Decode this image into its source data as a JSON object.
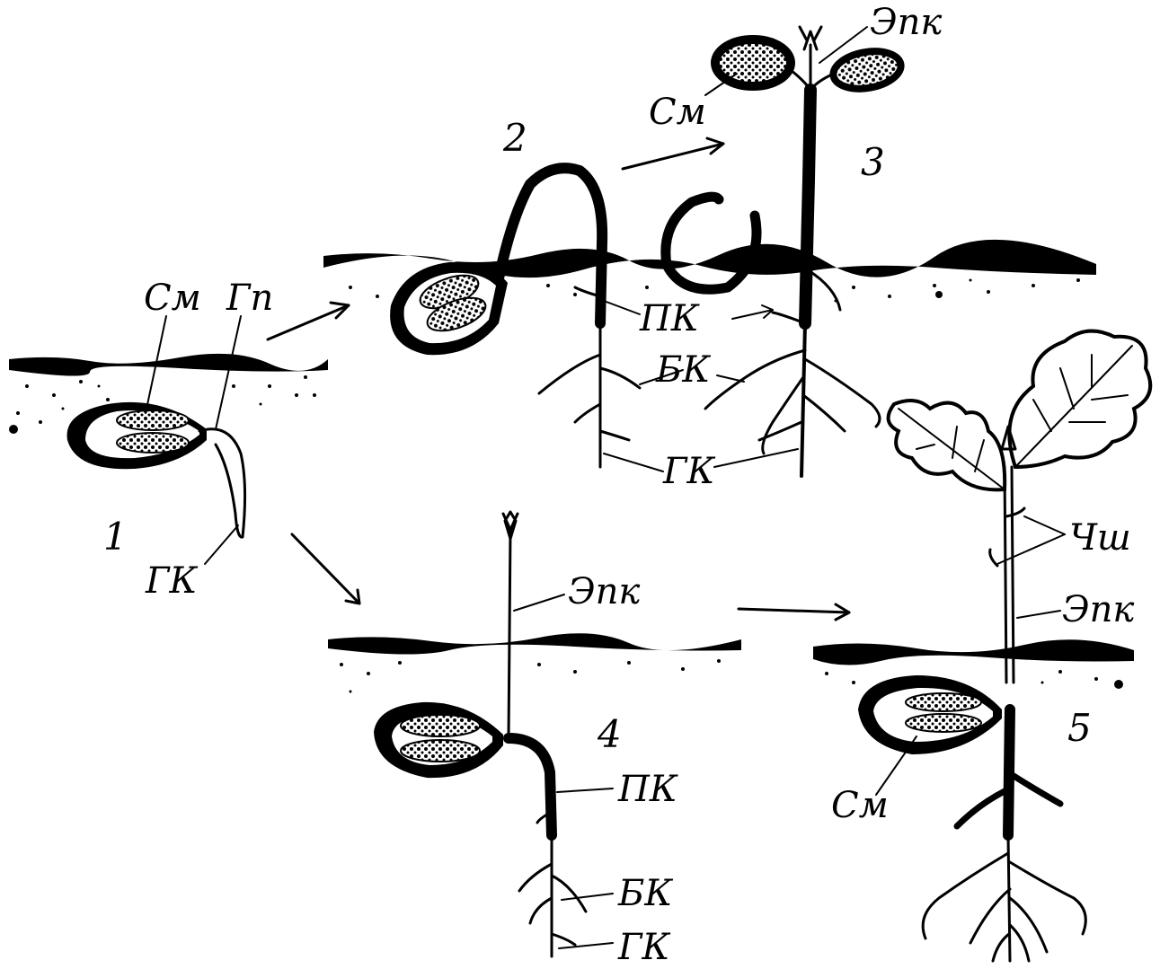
{
  "stages": {
    "s1": {
      "number": "1"
    },
    "s2": {
      "number": "2"
    },
    "s3": {
      "number": "3"
    },
    "s4": {
      "number": "4"
    },
    "s5": {
      "number": "5"
    }
  },
  "labels": {
    "s1_cm": "См",
    "s1_gp": "Гп",
    "s1_gk": "ГК",
    "s3_epk": "Эпк",
    "s3_cm": "См",
    "s23_pk": "ПК",
    "s23_bk": "БК",
    "s23_gk": "ГК",
    "s4_epk": "Эпк",
    "s4_pk": "ПК",
    "s4_bk": "БК",
    "s4_gk": "ГК",
    "s5_chsh": "Чш",
    "s5_epk": "Эпк",
    "s5_cm": "См"
  }
}
